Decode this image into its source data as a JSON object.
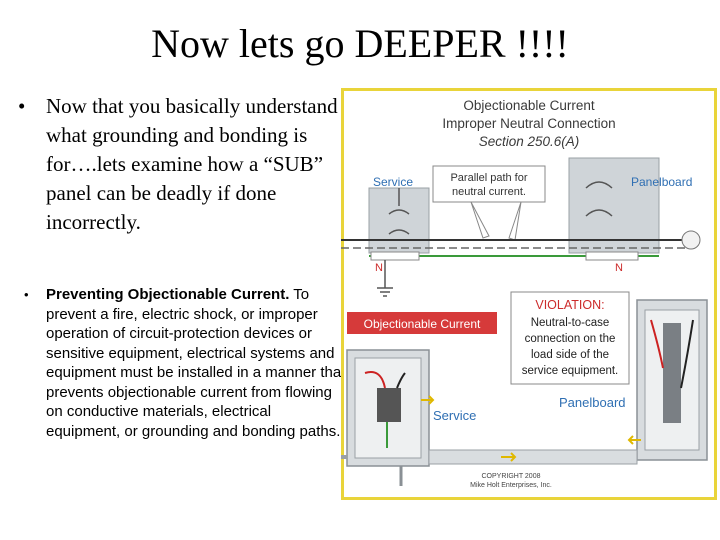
{
  "slide": {
    "title": "Now lets go DEEPER !!!!",
    "bullet1": "Now that you basically understand what grounding and bonding is for….lets examine how a “SUB” panel can be deadly if done incorrectly.",
    "bullet2_bold": "Preventing Objectionable Current.",
    "bullet2_text": " To prevent a fire, electric shock, or improper operation of circuit-protection devices or sensitive equipment, electrical systems and equipment must be installed in a manner that prevents objectionable current from flowing on conductive materials, electrical equipment, or grounding and bonding paths."
  },
  "figure": {
    "header_line1": "Objectionable Current",
    "header_line2": "Improper Neutral Connection",
    "header_line3": "Section 250.6(A)",
    "service_top": "Service",
    "panelboard_top": "Panelboard",
    "parallel_line1": "Parallel path for",
    "parallel_line2": "neutral current.",
    "n_left": "N",
    "n_right": "N",
    "objectionable_label": "Objectionable Current",
    "violation_title": "VIOLATION:",
    "violation_line1": "Neutral-to-case",
    "violation_line2": "connection on the",
    "violation_line3": "load side of the",
    "violation_line4": "service equipment.",
    "service_bottom": "Service",
    "panelboard_bottom": "Panelboard",
    "copyright_line1": "COPYRIGHT 2008",
    "copyright_line2": "Mike Holt Enterprises, Inc.",
    "colors": {
      "frame": "#e9d43a",
      "header_text": "#3a3a3a",
      "label_blue": "#2f6fb3",
      "label_red": "#cc2b2b",
      "badge_red": "#d63a3a",
      "box_gray": "#cfd4d8"
    }
  }
}
